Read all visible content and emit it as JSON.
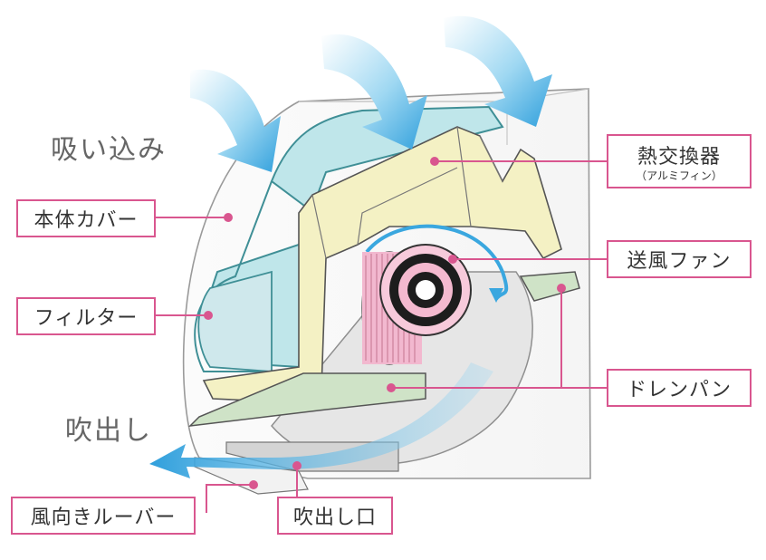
{
  "labels": {
    "suction": "吸い込み",
    "outlet": "吹出し",
    "cover": "本体カバー",
    "filter": "フィルター",
    "louver": "風向きルーバー",
    "outlet_port": "吹出し口",
    "heat_exchanger": "熱交換器",
    "heat_exchanger_sub": "（アルミフィン）",
    "fan": "送風ファン",
    "drain_pan": "ドレンパン"
  },
  "colors": {
    "leader": "#d9568f",
    "airflow": "#3aa7df",
    "cover_frame": "#6cc2c8",
    "heat_exchanger": "#f4f1c4",
    "fan_pink": "#f2b8cf",
    "drain_pan": "#cfe3c7"
  }
}
